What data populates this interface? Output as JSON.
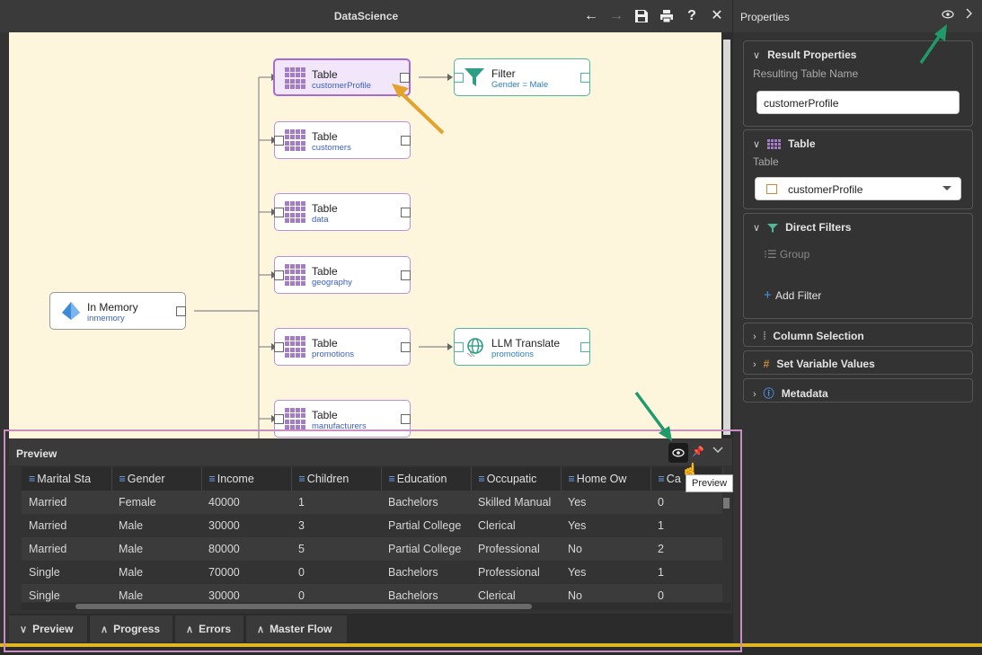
{
  "flow": {
    "title": "DataScience",
    "toolbar": {
      "back": "←",
      "forward": "→",
      "save": "💾",
      "print": "🖶",
      "help": "?",
      "close": "✕"
    }
  },
  "nodes": {
    "in_memory": {
      "title": "In Memory",
      "sub": "inmemory"
    },
    "table_customerprofile": {
      "title": "Table",
      "sub": "customerProfile"
    },
    "filter": {
      "title": "Filter",
      "sub": "Gender = Male"
    },
    "table_customers": {
      "title": "Table",
      "sub": "customers"
    },
    "table_data": {
      "title": "Table",
      "sub": "data"
    },
    "table_geography": {
      "title": "Table",
      "sub": "geography"
    },
    "table_promotions": {
      "title": "Table",
      "sub": "promotions"
    },
    "llm_translate": {
      "title": "LLM Translate",
      "sub": "promotions"
    },
    "table_manufacturers": {
      "title": "Table",
      "sub": "manufacturers"
    }
  },
  "preview": {
    "title": "Preview",
    "tooltip": "Preview",
    "columns": [
      "Marital Sta",
      "Gender",
      "Income",
      "Children",
      "Education",
      "Occupatic",
      "Home Ow",
      "Ca"
    ],
    "rows": [
      [
        "Married",
        "Female",
        "40000",
        "1",
        "Bachelors",
        "Skilled Manual",
        "Yes",
        "0"
      ],
      [
        "Married",
        "Male",
        "30000",
        "3",
        "Partial College",
        "Clerical",
        "Yes",
        "1"
      ],
      [
        "Married",
        "Male",
        "80000",
        "5",
        "Partial College",
        "Professional",
        "No",
        "2"
      ],
      [
        "Single",
        "Male",
        "70000",
        "0",
        "Bachelors",
        "Professional",
        "Yes",
        "1"
      ],
      [
        "Single",
        "Male",
        "30000",
        "0",
        "Bachelors",
        "Clerical",
        "No",
        "0"
      ]
    ]
  },
  "bottom_tabs": [
    {
      "label": "Preview",
      "chevron": "∨"
    },
    {
      "label": "Progress",
      "chevron": "∧"
    },
    {
      "label": "Errors",
      "chevron": "∧"
    },
    {
      "label": "Master Flow",
      "chevron": "∧"
    }
  ],
  "properties": {
    "title": "Properties",
    "result": {
      "heading": "Result Properties",
      "label": "Resulting Table Name",
      "value": "customerProfile"
    },
    "table": {
      "heading": "Table",
      "label": "Table",
      "value": "customerProfile"
    },
    "filters": {
      "heading": "Direct Filters",
      "group": "Group",
      "add": "Add Filter"
    },
    "collapsed": [
      {
        "label": "Column Selection"
      },
      {
        "label": "Set Variable Values"
      },
      {
        "label": "Metadata"
      }
    ]
  },
  "colors": {
    "accent_purple": "#a56bd1",
    "teal": "#4db89a",
    "canvas": "#fdf6dd",
    "highlight_frame": "#c98fc0",
    "status_bar": "#e0b623"
  }
}
